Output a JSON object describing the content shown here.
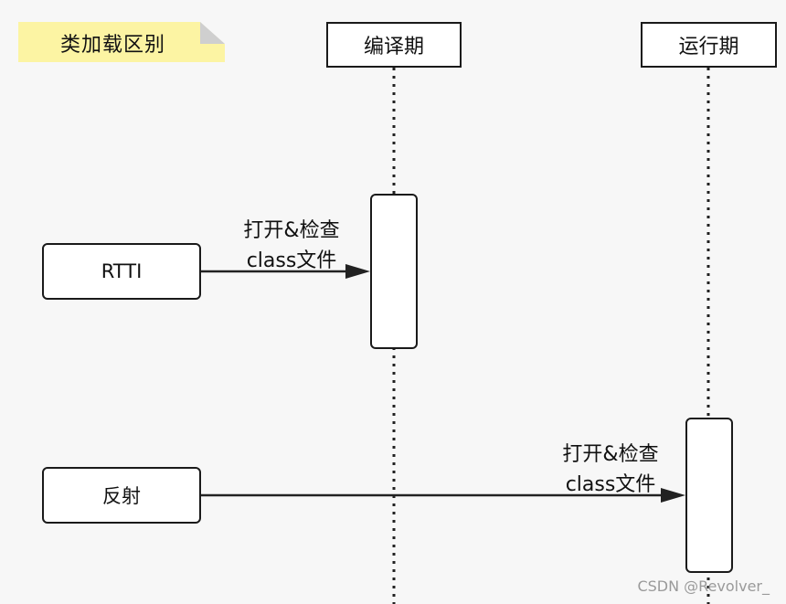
{
  "note": {
    "label": "类加载区别"
  },
  "lanes": [
    {
      "label": "编译期"
    },
    {
      "label": "运行期"
    }
  ],
  "actors": [
    {
      "label": "RTTI"
    },
    {
      "label": "反射"
    }
  ],
  "messages": [
    {
      "line1": "打开&检查",
      "line2": "class文件"
    },
    {
      "line1": "打开&检查",
      "line2": "class文件"
    }
  ],
  "watermark": "CSDN @Revolver_"
}
